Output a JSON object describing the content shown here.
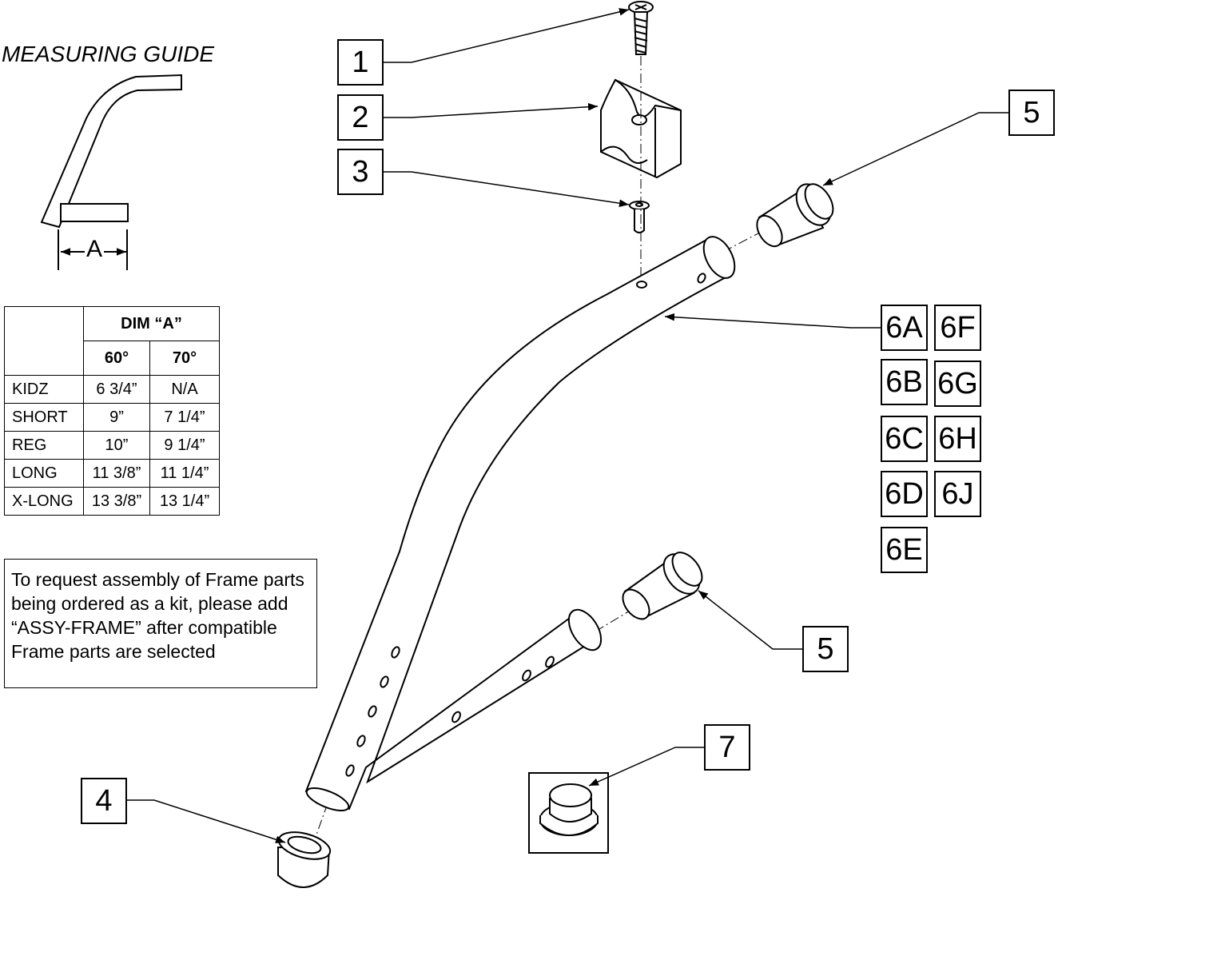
{
  "measuring_guide": {
    "title": "MEASURING GUIDE",
    "dim_label": "A"
  },
  "dimension_table": {
    "header": "DIM “A”",
    "columns": [
      "60°",
      "70°"
    ],
    "rows": [
      {
        "label": "KIDZ",
        "v60": "6 3/4”",
        "v70": "N/A"
      },
      {
        "label": "SHORT",
        "v60": "9”",
        "v70": "7 1/4”"
      },
      {
        "label": "REG",
        "v60": "10”",
        "v70": "9 1/4”"
      },
      {
        "label": "LONG",
        "v60": "11 3/8”",
        "v70": "11 1/4”"
      },
      {
        "label": "X-LONG",
        "v60": "13 3/8”",
        "v70": "13 1/4”"
      }
    ]
  },
  "note": "To request assembly of Frame parts being ordered as a kit, please add “ASSY-FRAME” after compatible Frame parts are selected",
  "callouts": {
    "c1": "1",
    "c2": "2",
    "c3": "3",
    "c4": "4",
    "c5a": "5",
    "c5b": "5",
    "c6a": "6A",
    "c6b": "6B",
    "c6c": "6C",
    "c6d": "6D",
    "c6e": "6E",
    "c6f": "6F",
    "c6g": "6G",
    "c6h": "6H",
    "c6j": "6J",
    "c7": "7"
  }
}
